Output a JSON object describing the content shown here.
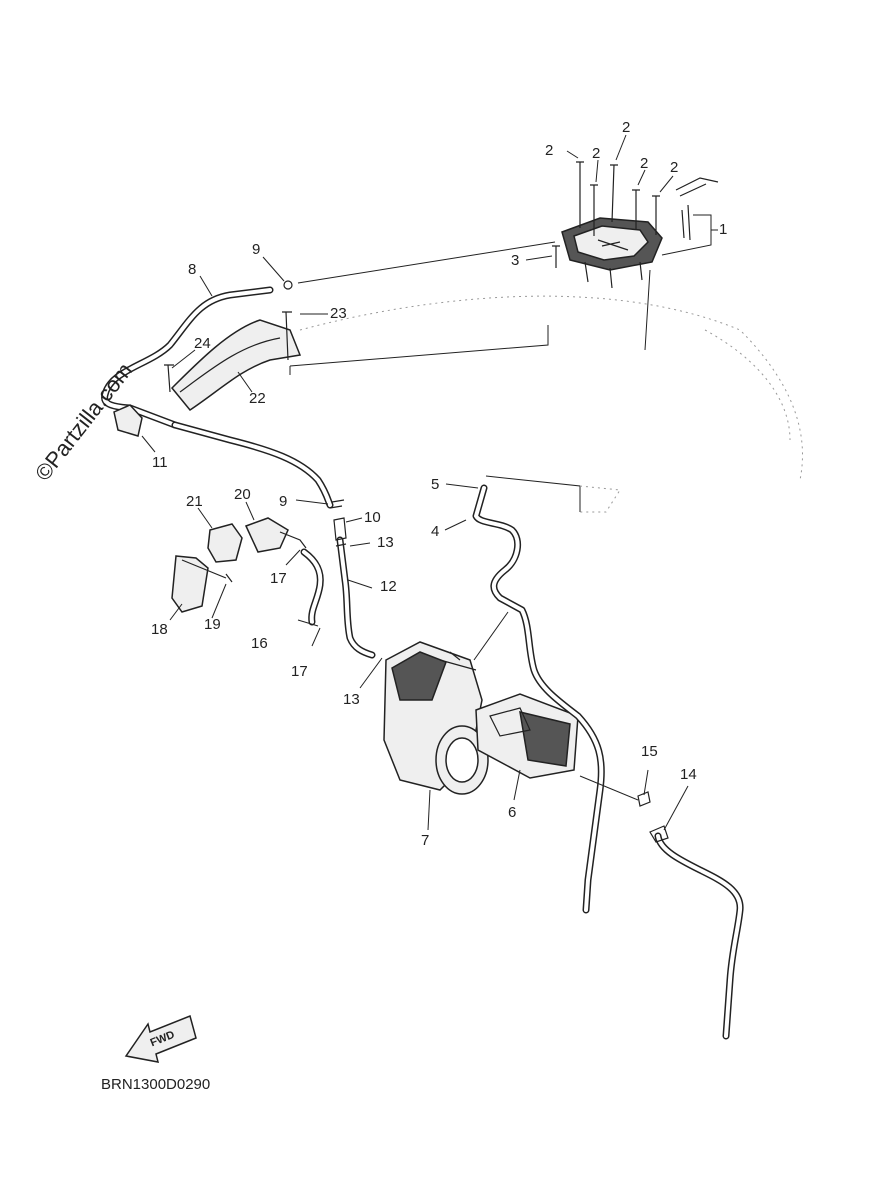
{
  "watermark": "©Partzilla.com",
  "diagram_code": "BRN1300D0290",
  "fwd_label": "FWD",
  "callouts": [
    {
      "id": "c1",
      "text": "1"
    },
    {
      "id": "c2a",
      "text": "2"
    },
    {
      "id": "c2b",
      "text": "2"
    },
    {
      "id": "c2c",
      "text": "2"
    },
    {
      "id": "c2d",
      "text": "2"
    },
    {
      "id": "c2e",
      "text": "2"
    },
    {
      "id": "c3",
      "text": "3"
    },
    {
      "id": "c4",
      "text": "4"
    },
    {
      "id": "c5",
      "text": "5"
    },
    {
      "id": "c6",
      "text": "6"
    },
    {
      "id": "c7",
      "text": "7"
    },
    {
      "id": "c8",
      "text": "8"
    },
    {
      "id": "c9a",
      "text": "9"
    },
    {
      "id": "c9b",
      "text": "9"
    },
    {
      "id": "c10",
      "text": "10"
    },
    {
      "id": "c11",
      "text": "11"
    },
    {
      "id": "c12",
      "text": "12"
    },
    {
      "id": "c13a",
      "text": "13"
    },
    {
      "id": "c13b",
      "text": "13"
    },
    {
      "id": "c14",
      "text": "14"
    },
    {
      "id": "c15",
      "text": "15"
    },
    {
      "id": "c16",
      "text": "16"
    },
    {
      "id": "c17a",
      "text": "17"
    },
    {
      "id": "c17b",
      "text": "17"
    },
    {
      "id": "c18",
      "text": "18"
    },
    {
      "id": "c19",
      "text": "19"
    },
    {
      "id": "c20",
      "text": "20"
    },
    {
      "id": "c21",
      "text": "21"
    },
    {
      "id": "c22",
      "text": "22"
    },
    {
      "id": "c23",
      "text": "23"
    },
    {
      "id": "c24",
      "text": "24"
    }
  ]
}
